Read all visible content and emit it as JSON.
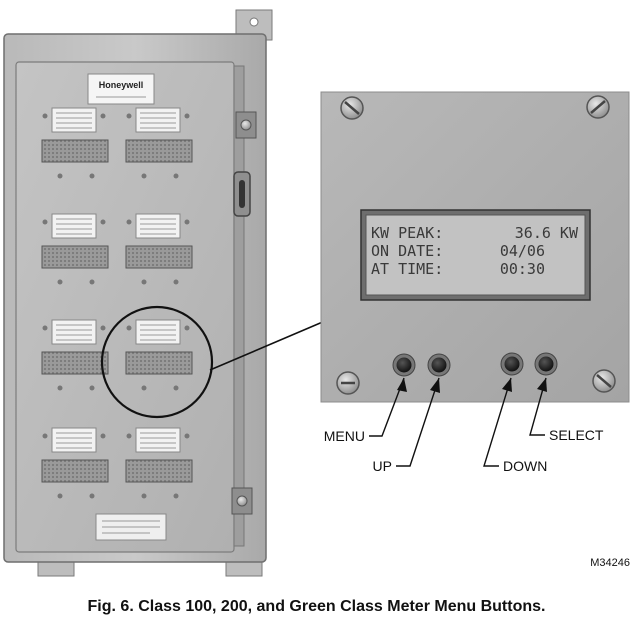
{
  "enclosure": {
    "brand": "Honeywell"
  },
  "display": {
    "lines": [
      {
        "label": "KW PEAK:",
        "value": "36.6 KW"
      },
      {
        "label": "ON DATE:",
        "value": "04/06"
      },
      {
        "label": "AT TIME:",
        "value": "00:30"
      }
    ]
  },
  "buttons": {
    "menu": "MENU",
    "up": "UP",
    "down": "DOWN",
    "select": "SELECT"
  },
  "figure_code": "M34246",
  "caption": "Fig. 6. Class 100, 200, and Green Class Meter Menu Buttons."
}
